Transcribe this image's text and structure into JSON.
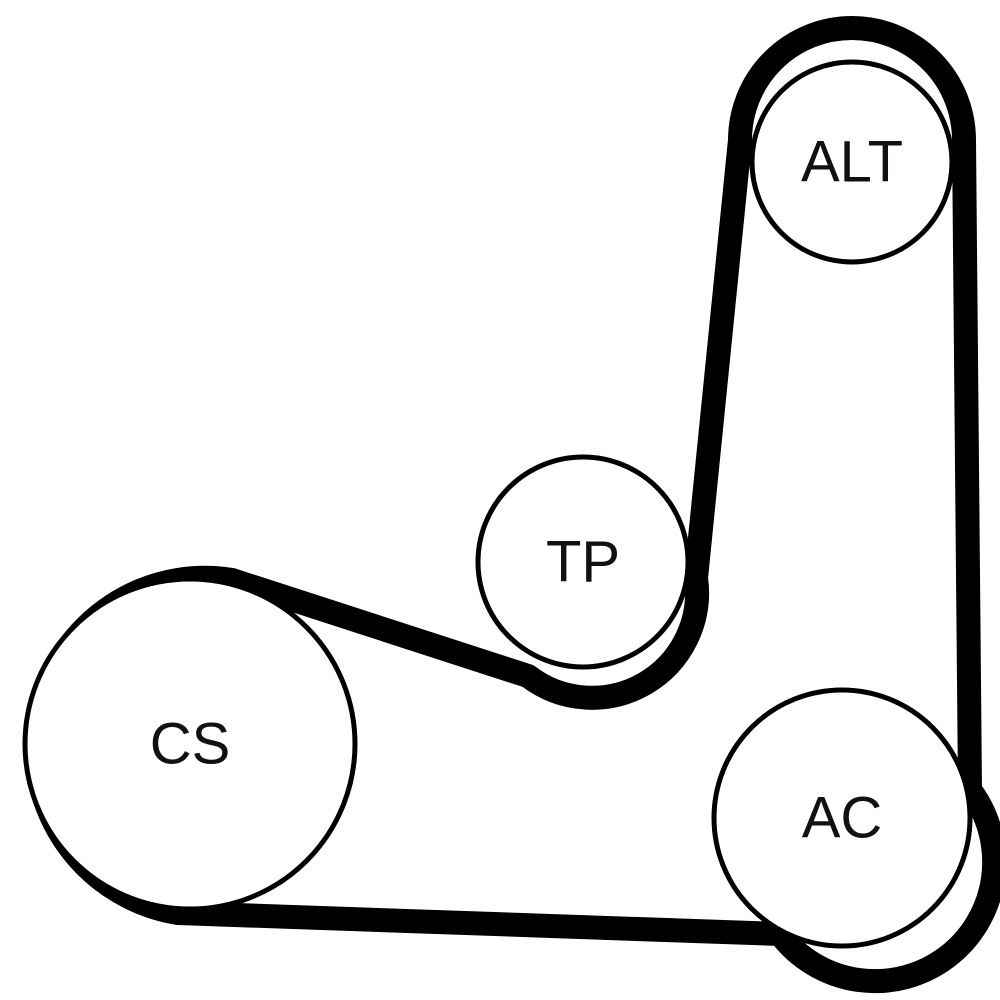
{
  "diagram": {
    "belt_color": "#000000",
    "pulley_stroke_color": "#000000",
    "background_color": "#ffffff",
    "pulleys": [
      {
        "id": "alt",
        "label": "ALT"
      },
      {
        "id": "tp",
        "label": "TP"
      },
      {
        "id": "cs",
        "label": "CS"
      },
      {
        "id": "ac",
        "label": "AC"
      }
    ]
  }
}
